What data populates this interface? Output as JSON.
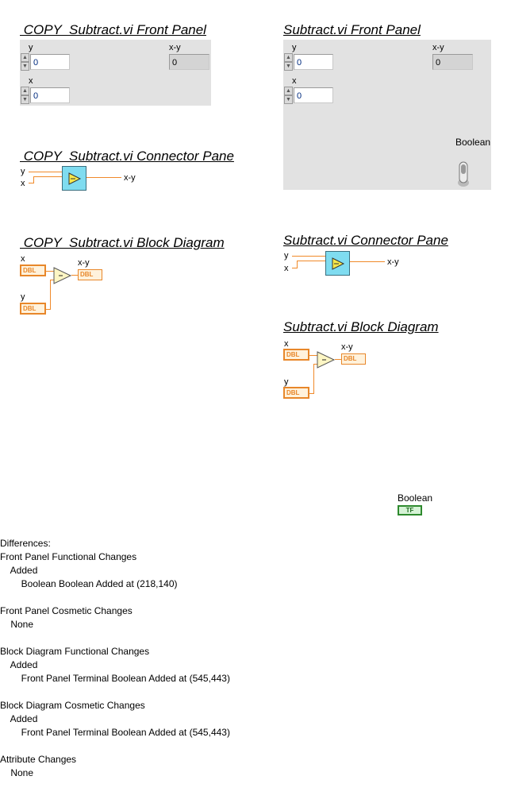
{
  "copy": {
    "front_panel_title": " COPY  Subtract.vi Front Panel",
    "connector_title": " COPY  Subtract.vi Connector Pane",
    "block_diagram_title": " COPY  Subtract.vi Block Diagram",
    "y_label": "y",
    "x_label": "x",
    "xy_label": "x-y",
    "y_value": "0",
    "x_value": "0",
    "xy_value": "0",
    "term_dbl": "DBL"
  },
  "orig": {
    "front_panel_title": "Subtract.vi Front Panel",
    "connector_title": "Subtract.vi Connector Pane",
    "block_diagram_title": "Subtract.vi Block Diagram",
    "y_label": "y",
    "x_label": "x",
    "xy_label": "x-y",
    "y_value": "0",
    "x_value": "0",
    "xy_value": "0",
    "boolean_label": "Boolean",
    "term_dbl": "DBL",
    "bool_term_label": "Boolean",
    "bool_term_text": "TF"
  },
  "report": {
    "l1": "Differences:",
    "l2": "Front Panel Functional Changes",
    "l3": "    Added",
    "l4": "        Boolean Boolean Added at (218,140)",
    "l5": "Front Panel Cosmetic Changes",
    "l6": "    None",
    "l7": "Block Diagram Functional Changes",
    "l8": "    Added",
    "l9": "        Front Panel Terminal Boolean Added at (545,443)",
    "l10": "Block Diagram Cosmetic Changes",
    "l11": "    Added",
    "l12": "        Front Panel Terminal Boolean Added at (545,443)",
    "l13": "Attribute Changes",
    "l14": "    None"
  }
}
